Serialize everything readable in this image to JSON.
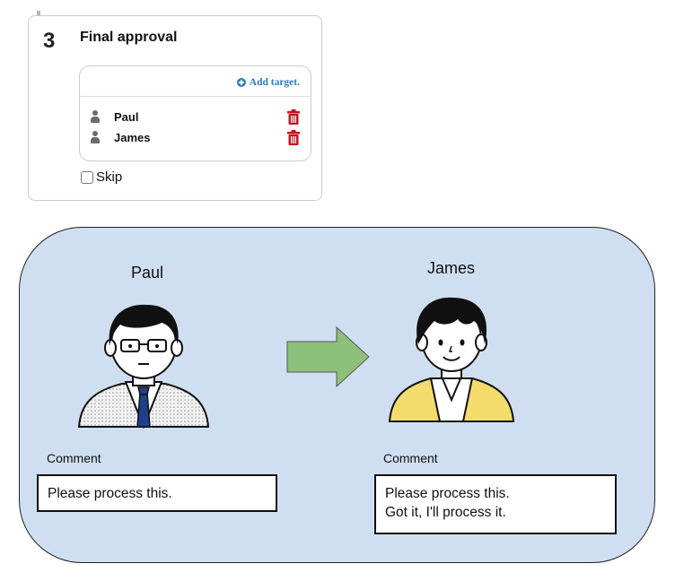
{
  "approval_step": {
    "number": "3",
    "title": "Final approval",
    "add_target_label": "Add target.",
    "targets": [
      {
        "name": "Paul",
        "icon": "user-icon",
        "remove_icon": "trash-icon"
      },
      {
        "name": "James",
        "icon": "user-icon",
        "remove_icon": "trash-icon"
      }
    ],
    "skip_label": "Skip",
    "skip_checked": false
  },
  "flow": {
    "from": {
      "name": "Paul",
      "comment_label": "Comment",
      "comment_lines": [
        "Please process this."
      ]
    },
    "to": {
      "name": "James",
      "comment_label": "Comment",
      "comment_lines": [
        "Please process this.",
        "Got it, I'll process it."
      ]
    }
  },
  "colors": {
    "accent_link": "#2a7bc4",
    "delete_red": "#c0161c",
    "panel_bg": "#cfdff1",
    "arrow_green": "#8dc07a",
    "james_jacket": "#f3dc6c"
  }
}
